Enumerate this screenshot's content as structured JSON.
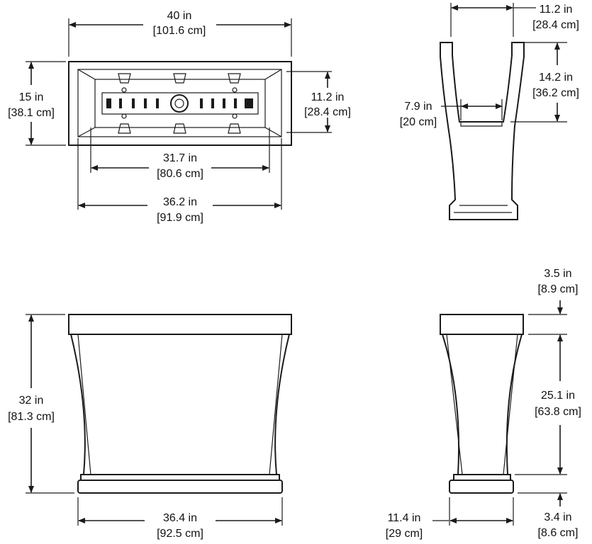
{
  "dimensions": {
    "top_length": {
      "in": "40 in",
      "cm": "[101.6 cm]"
    },
    "top_width": {
      "in": "15 in",
      "cm": "[38.1 cm]"
    },
    "top_inner_width": {
      "in": "11.2 in",
      "cm": "[28.4 cm]"
    },
    "top_inner_bottom": {
      "in": "31.7 in",
      "cm": "[80.6 cm]"
    },
    "top_inner_length": {
      "in": "36.2 in",
      "cm": "[91.9 cm]"
    },
    "side_top_width": {
      "in": "11.2 in",
      "cm": "[28.4 cm]"
    },
    "side_inner_depth": {
      "in": "14.2 in",
      "cm": "[36.2 cm]"
    },
    "side_inner_bottom": {
      "in": "7.9 in",
      "cm": "[20 cm]"
    },
    "front_height": {
      "in": "32 in",
      "cm": "[81.3 cm]"
    },
    "front_base_length": {
      "in": "36.4 in",
      "cm": "[92.5 cm]"
    },
    "end_rim_height": {
      "in": "3.5 in",
      "cm": "[8.9 cm]"
    },
    "end_body_height": {
      "in": "25.1 in",
      "cm": "[63.8 cm]"
    },
    "end_base_height": {
      "in": "3.4 in",
      "cm": "[8.6 cm]"
    },
    "end_base_width": {
      "in": "11.4 in",
      "cm": "[29 cm]"
    }
  }
}
